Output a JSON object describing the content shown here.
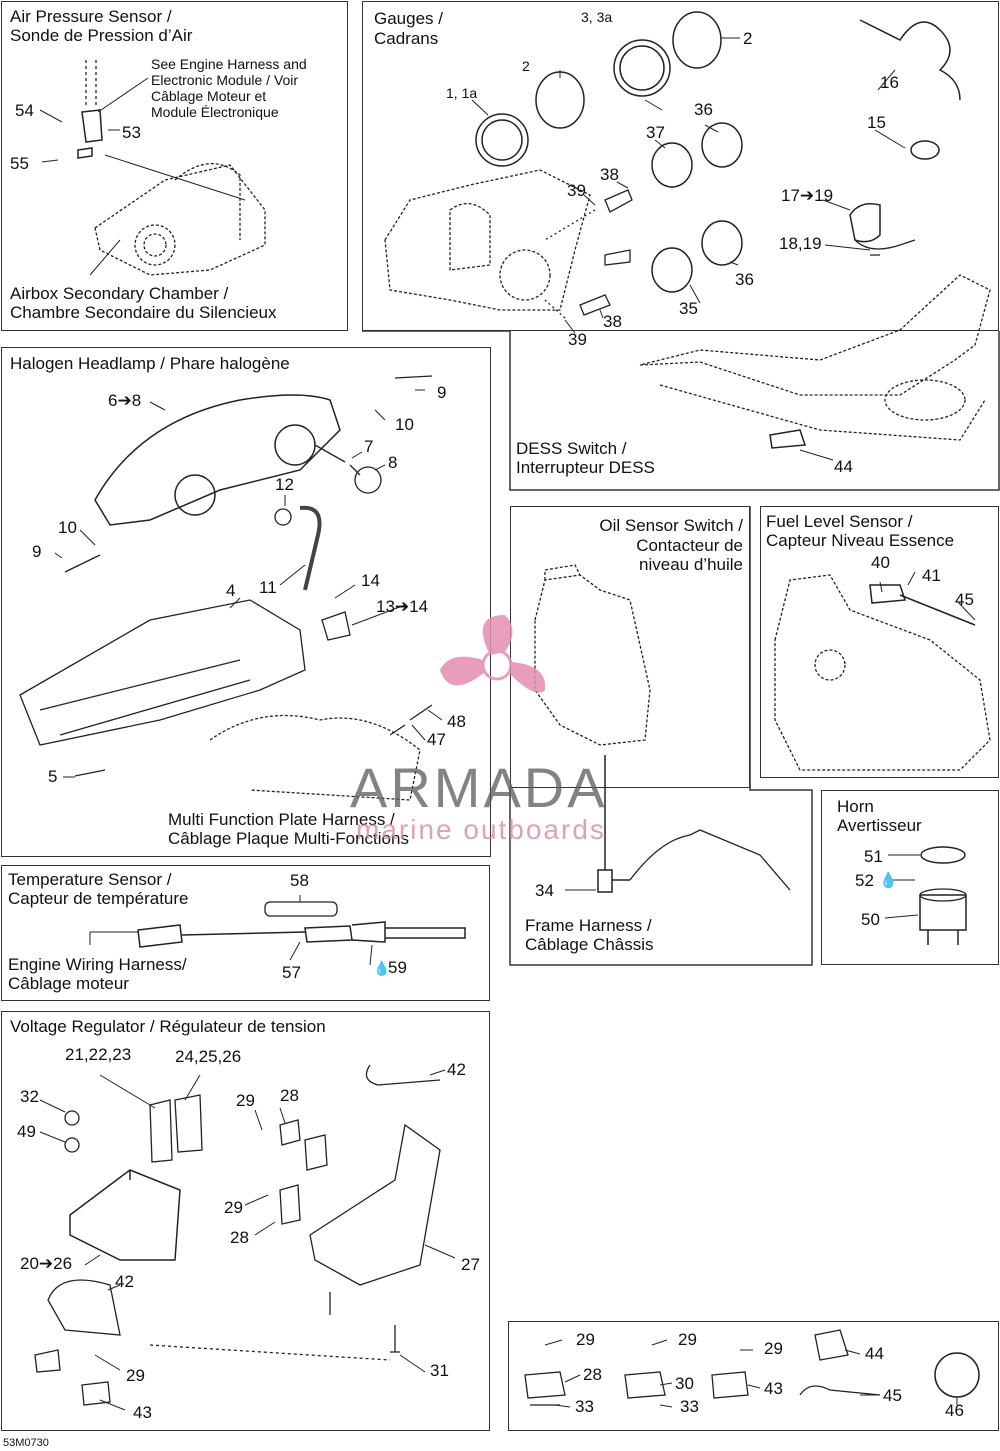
{
  "figure_code": "53M0730",
  "watermark": {
    "brand": "ARMADA",
    "tagline": "marine outboards",
    "logo": "propeller-logo"
  },
  "panels": {
    "air_pressure": {
      "title_1": "Air Pressure Sensor /",
      "title_2": "Sonde de Pression d’Air",
      "note_1": "See Engine Harness and",
      "note_2": "Electronic Module / Voir",
      "note_3": "Câblage Moteur et",
      "note_4": "Module Électronique",
      "foot_1": "Airbox Secondary Chamber /",
      "foot_2": "Chambre Secondaire du Silencieux",
      "callouts": [
        "54",
        "53",
        "55"
      ]
    },
    "gauges": {
      "title_1": "Gauges /",
      "title_2": "Cadrans",
      "callouts": [
        "3, 3a",
        "2",
        "2",
        "1, 1a",
        "36",
        "37",
        "38",
        "39",
        "36",
        "35",
        "38",
        "39"
      ]
    },
    "dess": {
      "title_1": "DESS Switch /",
      "title_2": "Interrupteur DESS",
      "callouts": [
        "16",
        "15",
        "17➔19",
        "18,19",
        "44"
      ]
    },
    "headlamp": {
      "title": "Halogen Headlamp / Phare halogène",
      "sub_1": "Multi Function Plate Harness /",
      "sub_2": "Câblage Plaque Multi-Fonctions",
      "callouts": [
        "6➔8",
        "9",
        "10",
        "7",
        "8",
        "12",
        "10",
        "9",
        "11",
        "14",
        "13➔14",
        "4",
        "48",
        "47",
        "5"
      ]
    },
    "oil_sensor": {
      "title_1": "Oil Sensor Switch /",
      "title_2": "Contacteur de",
      "title_3": "niveau d’huile",
      "foot_1": "Frame Harness /",
      "foot_2": "Câblage Châssis",
      "callouts": [
        "34"
      ]
    },
    "fuel_level": {
      "title_1": "Fuel Level Sensor /",
      "title_2": "Capteur Niveau Essence",
      "callouts": [
        "40",
        "41",
        "45"
      ]
    },
    "horn": {
      "title_1": "Horn",
      "title_2": "Avertisseur",
      "callouts": [
        "51",
        "52",
        "50"
      ]
    },
    "temperature": {
      "title_1": "Temperature Sensor /",
      "title_2": "Capteur de température",
      "foot_1": "Engine Wiring Harness/",
      "foot_2": "Câblage moteur",
      "callouts": [
        "58",
        "57",
        "59"
      ]
    },
    "voltage": {
      "title": "Voltage Regulator / Régulateur de tension",
      "callouts": [
        "21,22,23",
        "24,25,26",
        "42",
        "32",
        "49",
        "29",
        "28",
        "29",
        "28",
        "20➔26",
        "42",
        "27",
        "29",
        "31",
        "43"
      ]
    },
    "hardware": {
      "callouts": [
        "29",
        "29",
        "29",
        "44",
        "28",
        "30",
        "43",
        "45",
        "33",
        "33",
        "46"
      ]
    }
  }
}
